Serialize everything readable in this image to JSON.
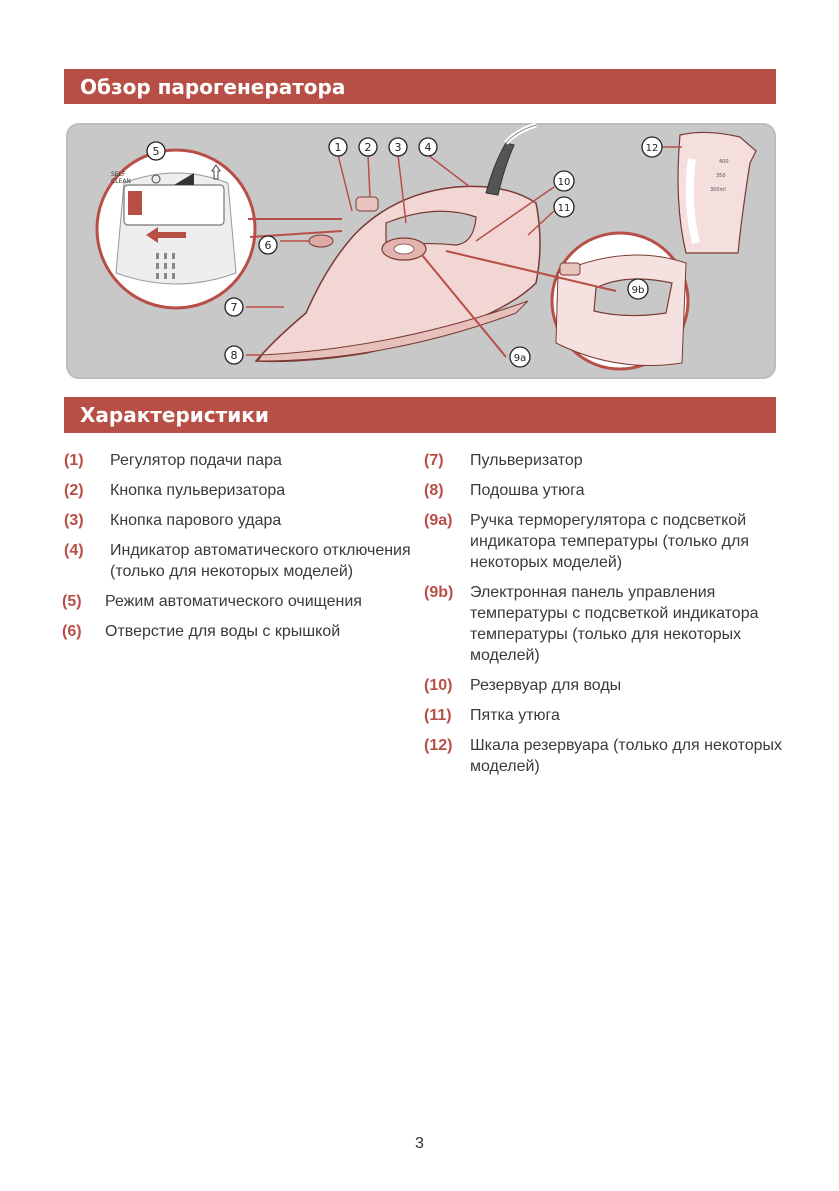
{
  "section1_title": "Обзор парогенератора",
  "section2_title": "Характеристики",
  "diagram": {
    "callouts": [
      "1",
      "2",
      "3",
      "4",
      "5",
      "6",
      "7",
      "8",
      "9a",
      "9b",
      "10",
      "11",
      "12"
    ],
    "inset_labels": {
      "self": "SELF",
      "clean": "CLEAN"
    },
    "tank_marks": [
      "400",
      "350",
      "300ml"
    ]
  },
  "features_left": [
    {
      "num": "(1)",
      "text": "Регулятор подачи пара"
    },
    {
      "num": "(2)",
      "text": "Кнопка пульверизатора"
    },
    {
      "num": "(3)",
      "text": "Кнопка парового удара"
    },
    {
      "num": "(4)",
      "text": "Индикатор автоматического отключения (только для некоторых моделей)"
    },
    {
      "num": "(5)",
      "text": "Режим автоматического очищения"
    },
    {
      "num": "(6)",
      "text": "Отверстие для воды с крышкой"
    }
  ],
  "features_right": [
    {
      "num": "(7)",
      "text": "Пульверизатор"
    },
    {
      "num": "(8)",
      "text": "Подошва утюга"
    },
    {
      "num": "(9a)",
      "text": "Ручка терморегулятора с подсветкой индикатора температуры (только для некоторых моделей)"
    },
    {
      "num": "(9b)",
      "text": "Электронная панель управления температуры с подсветкой индикатора температуры (только для некоторых моделей)"
    },
    {
      "num": "(10)",
      "text": "Резервуар для воды"
    },
    {
      "num": "(11)",
      "text": "Пятка утюга"
    },
    {
      "num": "(12)",
      "text": "Шкала резервуара (только для некоторых моделей)"
    }
  ],
  "page_number": "3",
  "colors": {
    "accent": "#b84f47",
    "panel": "#c8c8c8"
  }
}
